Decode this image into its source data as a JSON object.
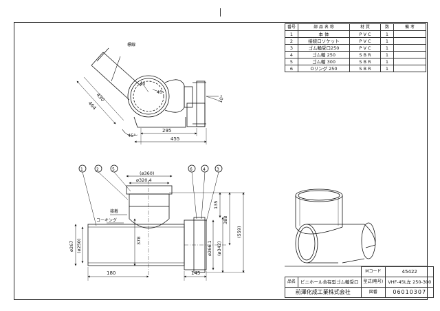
{
  "parts_table": {
    "headers": [
      "番号",
      "部 品 名 称",
      "材 質",
      "数",
      "備 考"
    ],
    "rows": [
      {
        "no": "1",
        "name": "本 体",
        "material": "P V C",
        "qty": "1",
        "note": ""
      },
      {
        "no": "2",
        "name": "接続口ソケット",
        "material": "P V C",
        "qty": "1",
        "note": ""
      },
      {
        "no": "3",
        "name": "ゴム輪受口250",
        "material": "P V C",
        "qty": "1",
        "note": ""
      },
      {
        "no": "4",
        "name": "ゴム輪 250",
        "material": "S B R",
        "qty": "1",
        "note": ""
      },
      {
        "no": "5",
        "name": "ゴム輪 300",
        "material": "S B R",
        "qty": "1",
        "note": ""
      },
      {
        "no": "6",
        "name": "Oリング 250",
        "material": "S B R",
        "qty": "1",
        "note": ""
      }
    ]
  },
  "top_view": {
    "label_seal": "標線",
    "dim_43a": "43",
    "dim_43b": "43",
    "dim_464": "464",
    "dim_430": "430",
    "dim_10deg": "10°",
    "dim_45deg": "45°",
    "dim_295": "295",
    "dim_455": "455"
  },
  "front_view": {
    "callouts": [
      "1",
      "2",
      "5",
      "6",
      "4",
      "3"
    ],
    "dim_360": "(ø360)",
    "dim_320": "ø320.4",
    "dim_135": "135",
    "dim_388": "388",
    "dim_559": "(559)",
    "dim_378": "378",
    "dim_267": "ø267",
    "dim_250": "(ø250)",
    "dim_266": "ø266.1",
    "dim_342": "(ø342)",
    "dim_180": "180",
    "dim_145": "145",
    "label_adhesive": "接着",
    "label_caulking": "コーキング"
  },
  "title_block": {
    "mcode_label": "Mコード",
    "mcode_value": "45422",
    "name_label": "品名",
    "name_value": "ビニホール合在型ゴム輪受口",
    "model_label": "型式(略号)",
    "model_value": "VHF-45L左 250-300",
    "company": "前澤化成工業株式会社",
    "drawing_no_label": "図番",
    "drawing_no_value": "06010307"
  }
}
